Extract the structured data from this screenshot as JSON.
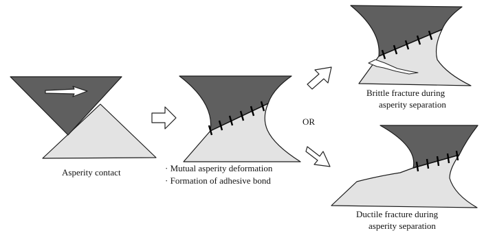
{
  "stages": {
    "contact": {
      "label": "Asperity contact"
    },
    "deformation": {
      "bullets": [
        "Mutual asperity deformation",
        "Formation of adhesive bond"
      ]
    },
    "or_label": "OR",
    "brittle": {
      "label_lines": [
        "Brittle fracture during",
        "asperity separation"
      ]
    },
    "ductile": {
      "label_lines": [
        "Ductile fracture during",
        "asperity separation"
      ]
    }
  },
  "colors": {
    "upper_asperity": "#5f5f5f",
    "lower_asperity": "#e3e3e3",
    "outline": "#1a1a1a"
  }
}
